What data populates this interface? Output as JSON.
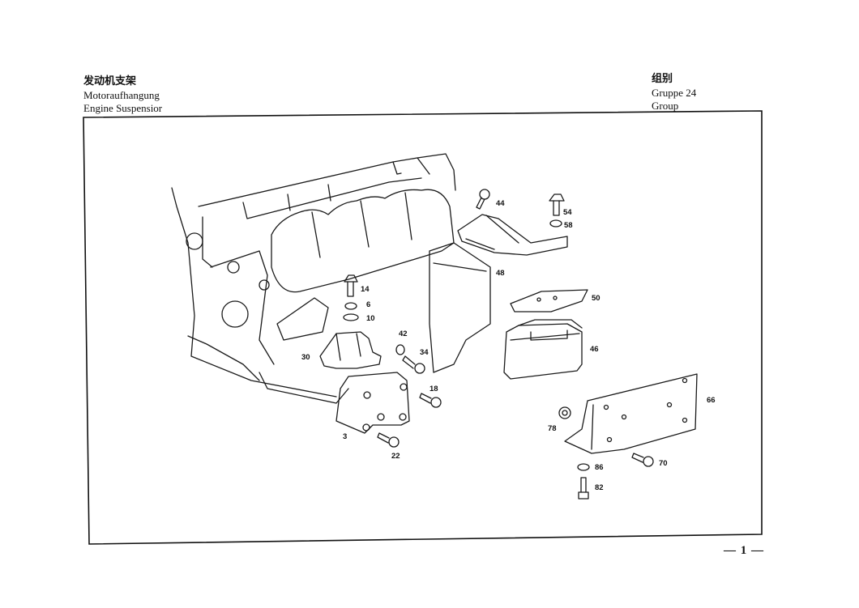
{
  "header": {
    "title_zh": "发动机支架",
    "title_de": "Motoraufhangung",
    "title_en": "Engine Suspensior",
    "group_zh": "组别",
    "group_de": "Gruppe 24",
    "group_en": "Group"
  },
  "diagram": {
    "subject": "engine-suspension-exploded-view",
    "callouts": [
      {
        "id": "44",
        "part": "bolt"
      },
      {
        "id": "54",
        "part": "bolt"
      },
      {
        "id": "58",
        "part": "washer"
      },
      {
        "id": "48",
        "part": "bracket"
      },
      {
        "id": "14",
        "part": "bolt"
      },
      {
        "id": "6",
        "part": "washer"
      },
      {
        "id": "10",
        "part": "washer"
      },
      {
        "id": "42",
        "part": "spring-washer"
      },
      {
        "id": "34",
        "part": "bolt"
      },
      {
        "id": "30",
        "part": "bracket"
      },
      {
        "id": "18",
        "part": "bolt"
      },
      {
        "id": "3",
        "part": "engine-mount-bracket"
      },
      {
        "id": "22",
        "part": "bolt"
      },
      {
        "id": "50",
        "part": "plate"
      },
      {
        "id": "46",
        "part": "rubber-mount"
      },
      {
        "id": "66",
        "part": "crossmember-plate"
      },
      {
        "id": "78",
        "part": "nut"
      },
      {
        "id": "70",
        "part": "bolt"
      },
      {
        "id": "86",
        "part": "washer"
      },
      {
        "id": "82",
        "part": "bolt"
      }
    ]
  },
  "footer": {
    "page_number": "— 1 —"
  }
}
